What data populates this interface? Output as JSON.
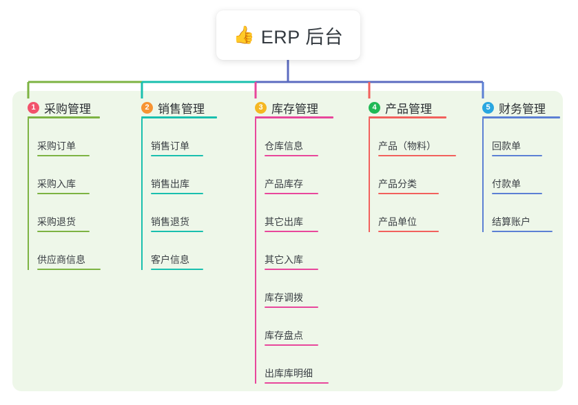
{
  "root": {
    "icon": "thumbs-up-emoji",
    "emoji": "👍",
    "title": "ERP 后台"
  },
  "panel": {
    "background_color": "#eef7e9"
  },
  "connector_colors": {
    "root_stem": "#5b6bc0",
    "bus_segment_1": "#7cb342",
    "bus_segment_2": "#18bfae",
    "bus_segment_3": "#5b6bc0",
    "bus_segment_4": "#5b6bc0",
    "drop_1": "#7cb342",
    "drop_2": "#18bfae",
    "drop_3": "#e8469b",
    "drop_4": "#f2605c",
    "drop_5": "#5b7fd4"
  },
  "columns": [
    {
      "index": "1",
      "title": "采购管理",
      "badge_color": "#f2526b",
      "accent_color": "#7cb342",
      "rule_width": 105,
      "items": [
        {
          "label": "采购订单",
          "rule_width": 76
        },
        {
          "label": "采购入库",
          "rule_width": 76
        },
        {
          "label": "采购退货",
          "rule_width": 76
        },
        {
          "label": "供应商信息",
          "rule_width": 92
        }
      ]
    },
    {
      "index": "2",
      "title": "销售管理",
      "badge_color": "#f79433",
      "accent_color": "#18bfae",
      "rule_width": 110,
      "items": [
        {
          "label": "销售订单",
          "rule_width": 76
        },
        {
          "label": "销售出库",
          "rule_width": 76
        },
        {
          "label": "销售退货",
          "rule_width": 76
        },
        {
          "label": "客户信息",
          "rule_width": 76
        }
      ]
    },
    {
      "index": "3",
      "title": "库存管理",
      "badge_color": "#f5b722",
      "accent_color": "#e8469b",
      "rule_width": 114,
      "items": [
        {
          "label": "仓库信息",
          "rule_width": 78
        },
        {
          "label": "产品库存",
          "rule_width": 78
        },
        {
          "label": "其它出库",
          "rule_width": 78
        },
        {
          "label": "其它入库",
          "rule_width": 78
        },
        {
          "label": "库存调拨",
          "rule_width": 78
        },
        {
          "label": "库存盘点",
          "rule_width": 78
        },
        {
          "label": "出库库明细",
          "rule_width": 93
        }
      ]
    },
    {
      "index": "4",
      "title": "产品管理",
      "badge_color": "#20b955",
      "accent_color": "#f2605c",
      "rule_width": 113,
      "items": [
        {
          "label": "产品（物料）",
          "rule_width": 113
        },
        {
          "label": "产品分类",
          "rule_width": 88
        },
        {
          "label": "产品单位",
          "rule_width": 88
        }
      ]
    },
    {
      "index": "5",
      "title": "财务管理",
      "badge_color": "#29a6e0",
      "accent_color": "#5b7fd4",
      "rule_width": 113,
      "items": [
        {
          "label": "回款单",
          "rule_width": 73
        },
        {
          "label": "付款单",
          "rule_width": 73
        },
        {
          "label": "结算账户",
          "rule_width": 88
        }
      ]
    }
  ]
}
